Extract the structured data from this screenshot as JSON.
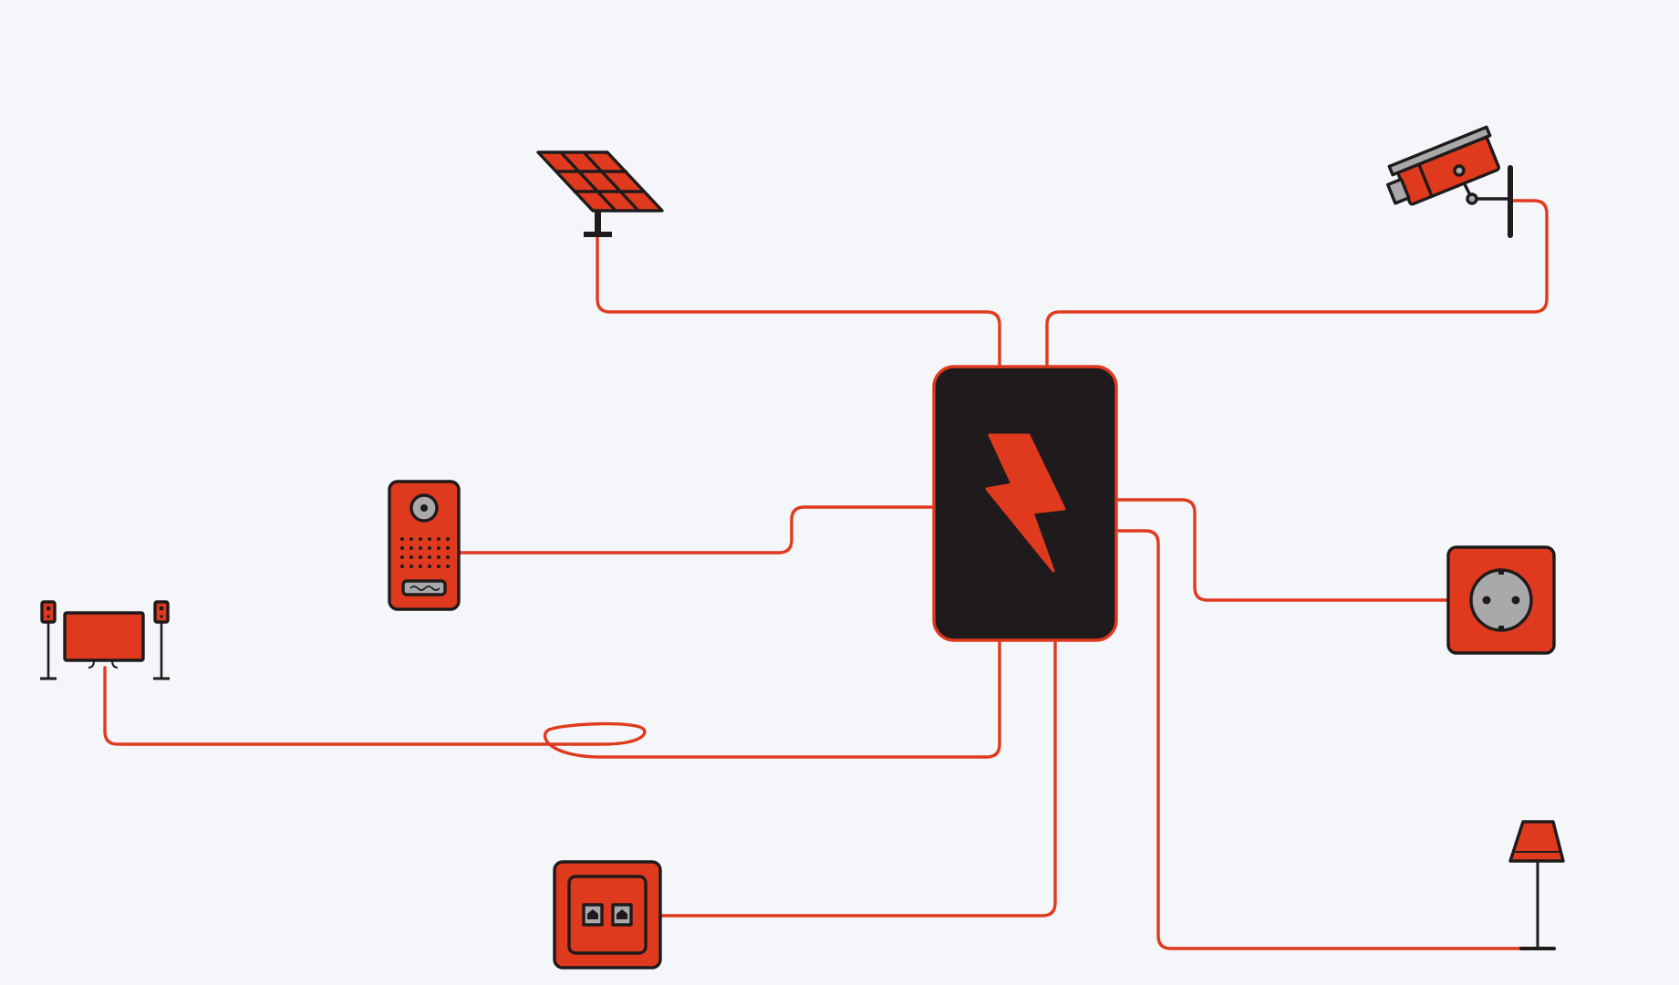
{
  "diagram": {
    "hub": {
      "icon": "lightning-bolt-icon",
      "fill_color": "#1f1a1b",
      "accent_color": "#e03a1e"
    },
    "devices": [
      {
        "id": "solar-panel",
        "icon": "solar-panel-icon"
      },
      {
        "id": "security-camera",
        "icon": "security-camera-icon"
      },
      {
        "id": "intercom",
        "icon": "intercom-doorbell-icon"
      },
      {
        "id": "power-socket",
        "icon": "power-socket-icon"
      },
      {
        "id": "home-theater",
        "icon": "tv-with-speakers-icon"
      },
      {
        "id": "network-socket",
        "icon": "ethernet-socket-icon"
      },
      {
        "id": "floor-lamp",
        "icon": "floor-lamp-icon"
      }
    ],
    "colors": {
      "background": "#f4f6fa",
      "wire": "#e03a1e",
      "device_fill": "#e03a1e",
      "outline": "#1f1a1b",
      "metal": "#a9a9ab"
    }
  }
}
